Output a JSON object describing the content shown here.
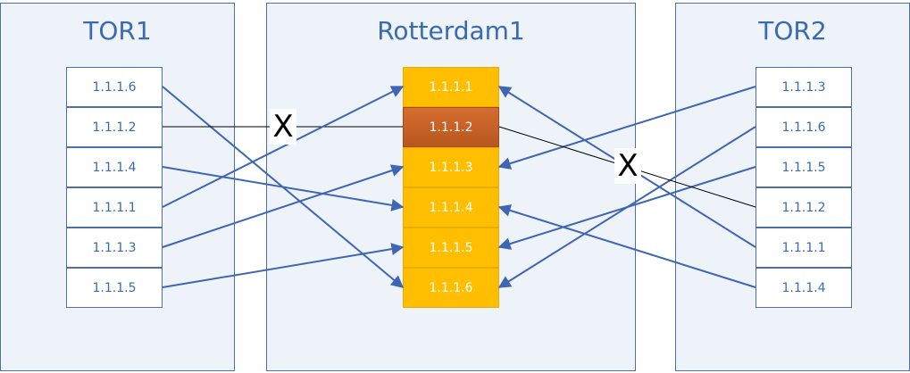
{
  "panels": {
    "left": {
      "title": "TOR1"
    },
    "center": {
      "title": "Rotterdam1"
    },
    "right": {
      "title": "TOR2"
    }
  },
  "tor1": {
    "items": [
      "1.1.1.6",
      "1.1.1.2",
      "1.1.1.4",
      "1.1.1.1",
      "1.1.1.3",
      "1.1.1.5"
    ]
  },
  "rotterdam1": {
    "items": [
      "1.1.1.1",
      "1.1.1.2",
      "1.1.1.3",
      "1.1.1.4",
      "1.1.1.5",
      "1.1.1.6"
    ],
    "highlighted_index": 1
  },
  "tor2": {
    "items": [
      "1.1.1.3",
      "1.1.1.6",
      "1.1.1.5",
      "1.1.1.2",
      "1.1.1.1",
      "1.1.1.4"
    ]
  },
  "broken_link_marker": "X",
  "colors": {
    "panel_fill": "#eef2f9",
    "panel_border": "#4f6fa8",
    "title_text": "#3a6bb0",
    "center_box": "#ffbf00",
    "center_box_highlight": "#c65f25",
    "link_line": "#3f66b4",
    "broken_link_line": "#000000"
  }
}
